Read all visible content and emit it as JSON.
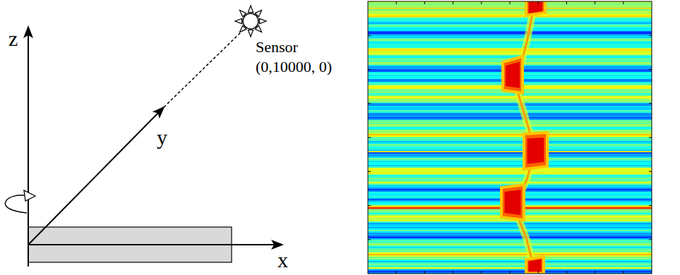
{
  "diagram": {
    "labels": [
      "z",
      "y",
      "x",
      "Sensor",
      "(0,10000, 0)"
    ]
  }
}
